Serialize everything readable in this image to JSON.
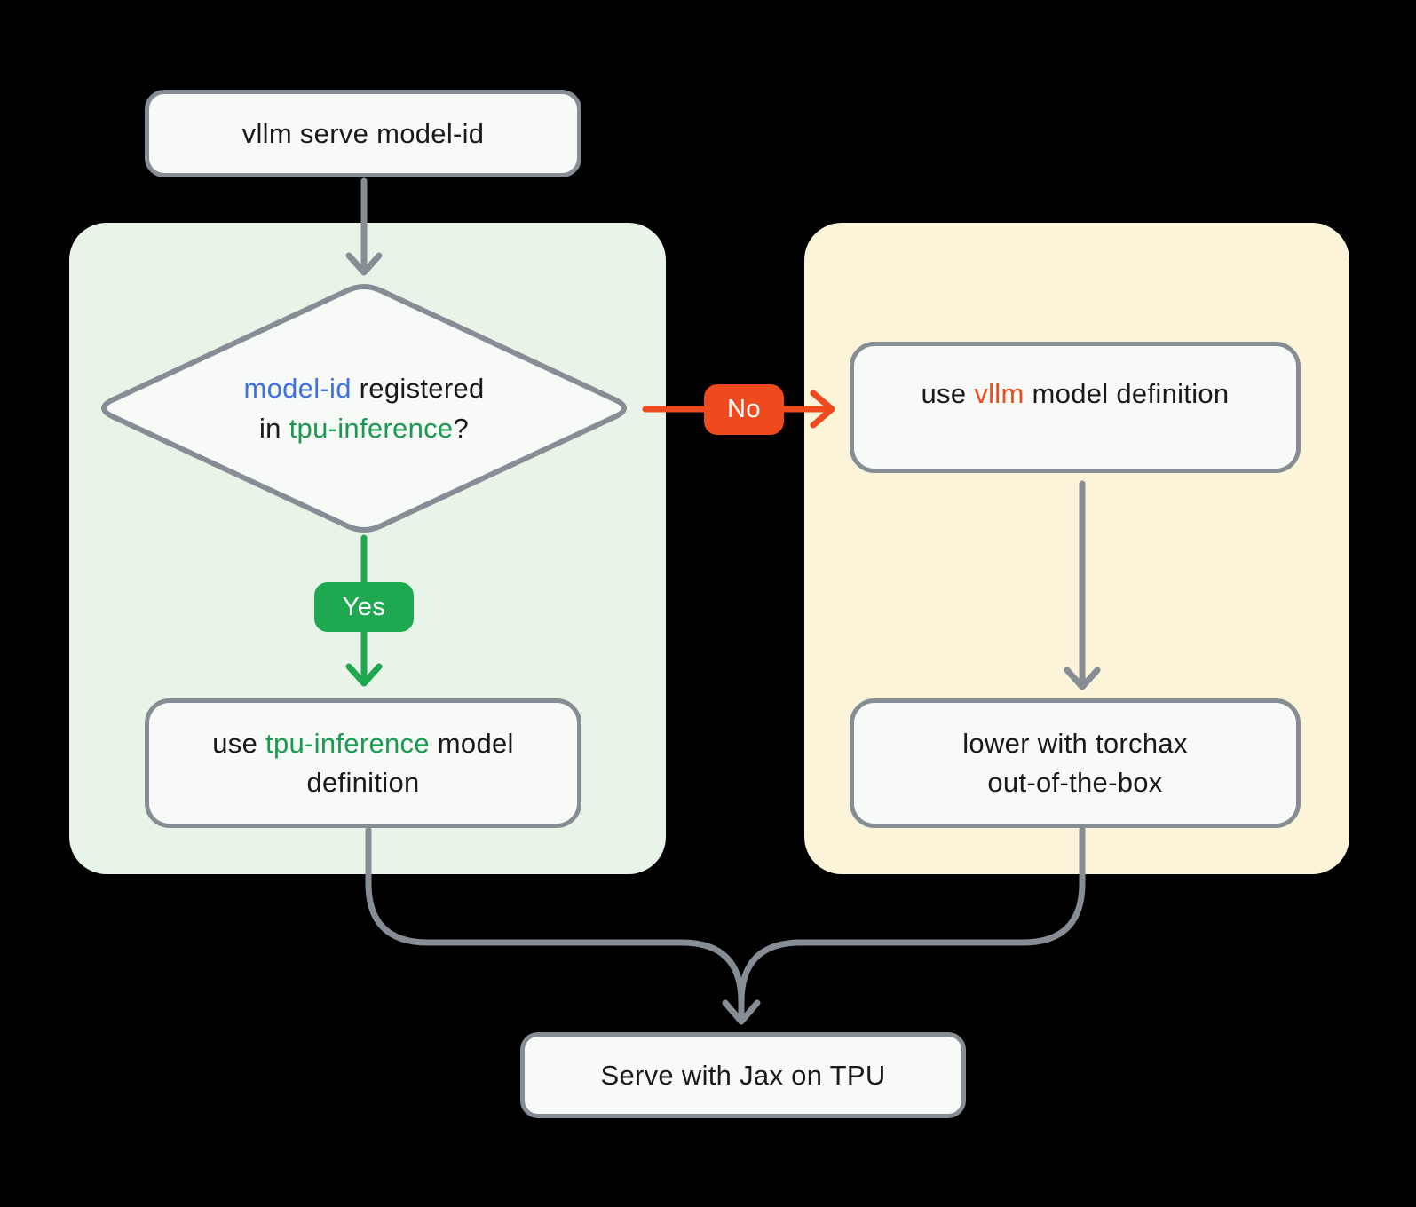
{
  "colors": {
    "background": "#000000",
    "panel_green": "#E9F4E9",
    "panel_yellow": "#FCF4D8",
    "node_fill": "#F8FAF8",
    "node_border": "#868D94",
    "arrow_gray": "#868D94",
    "arrow_green": "#1EA850",
    "arrow_orange": "#EE4A1D",
    "badge_yes_bg": "#1EA850",
    "badge_no_bg": "#EE4A1D",
    "accent_blue": "#3F70E4",
    "accent_green": "#1A9A50",
    "accent_orange": "#EE4A1D",
    "text": "#17191B"
  },
  "nodes": {
    "start": {
      "label": "vllm serve model-id"
    },
    "decision": {
      "lines": [
        [
          {
            "t": "model-id",
            "c": "accent-blue"
          },
          {
            "t": " registered",
            "c": ""
          }
        ],
        [
          {
            "t": "in ",
            "c": ""
          },
          {
            "t": "tpu-inference",
            "c": "accent-green"
          },
          {
            "t": "?",
            "c": ""
          }
        ]
      ]
    },
    "tpu_box": {
      "lines": [
        [
          {
            "t": "use ",
            "c": ""
          },
          {
            "t": "tpu-inference",
            "c": "accent-green"
          },
          {
            "t": " model",
            "c": ""
          }
        ],
        [
          {
            "t": "definition",
            "c": ""
          }
        ]
      ]
    },
    "vllm_box": {
      "lines": [
        [
          {
            "t": "use ",
            "c": ""
          },
          {
            "t": "vllm",
            "c": "accent-orange"
          },
          {
            "t": " model definition",
            "c": ""
          }
        ]
      ]
    },
    "torchax_box": {
      "lines": [
        [
          {
            "t": "lower with torchax",
            "c": ""
          }
        ],
        [
          {
            "t": "out-of-the-box",
            "c": ""
          }
        ]
      ]
    },
    "serve": {
      "label": "Serve with Jax on TPU"
    }
  },
  "badges": {
    "yes": "Yes",
    "no": "No"
  }
}
